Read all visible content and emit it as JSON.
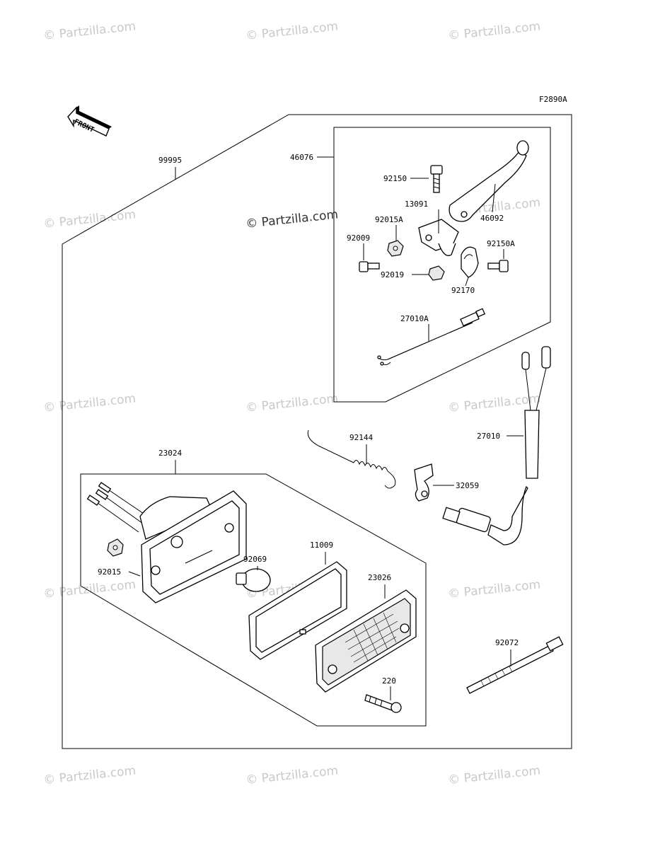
{
  "figure_code": "F2890A",
  "front_label": "FRONT",
  "watermark_text": "© Partzilla.com",
  "callouts": {
    "p99995": "99995",
    "p46076": "46076",
    "p92150": "92150",
    "p13091": "13091",
    "p92015A": "92015A",
    "p46092": "46092",
    "p92009": "92009",
    "p92150A": "92150A",
    "p92019": "92019",
    "p92170": "92170",
    "p27010A": "27010A",
    "p92144": "92144",
    "p27010": "27010",
    "p23024": "23024",
    "p32059": "32059",
    "p92015": "92015",
    "p92069": "92069",
    "p11009": "11009",
    "p23026": "23026",
    "p220": "220",
    "p92072": "92072"
  }
}
